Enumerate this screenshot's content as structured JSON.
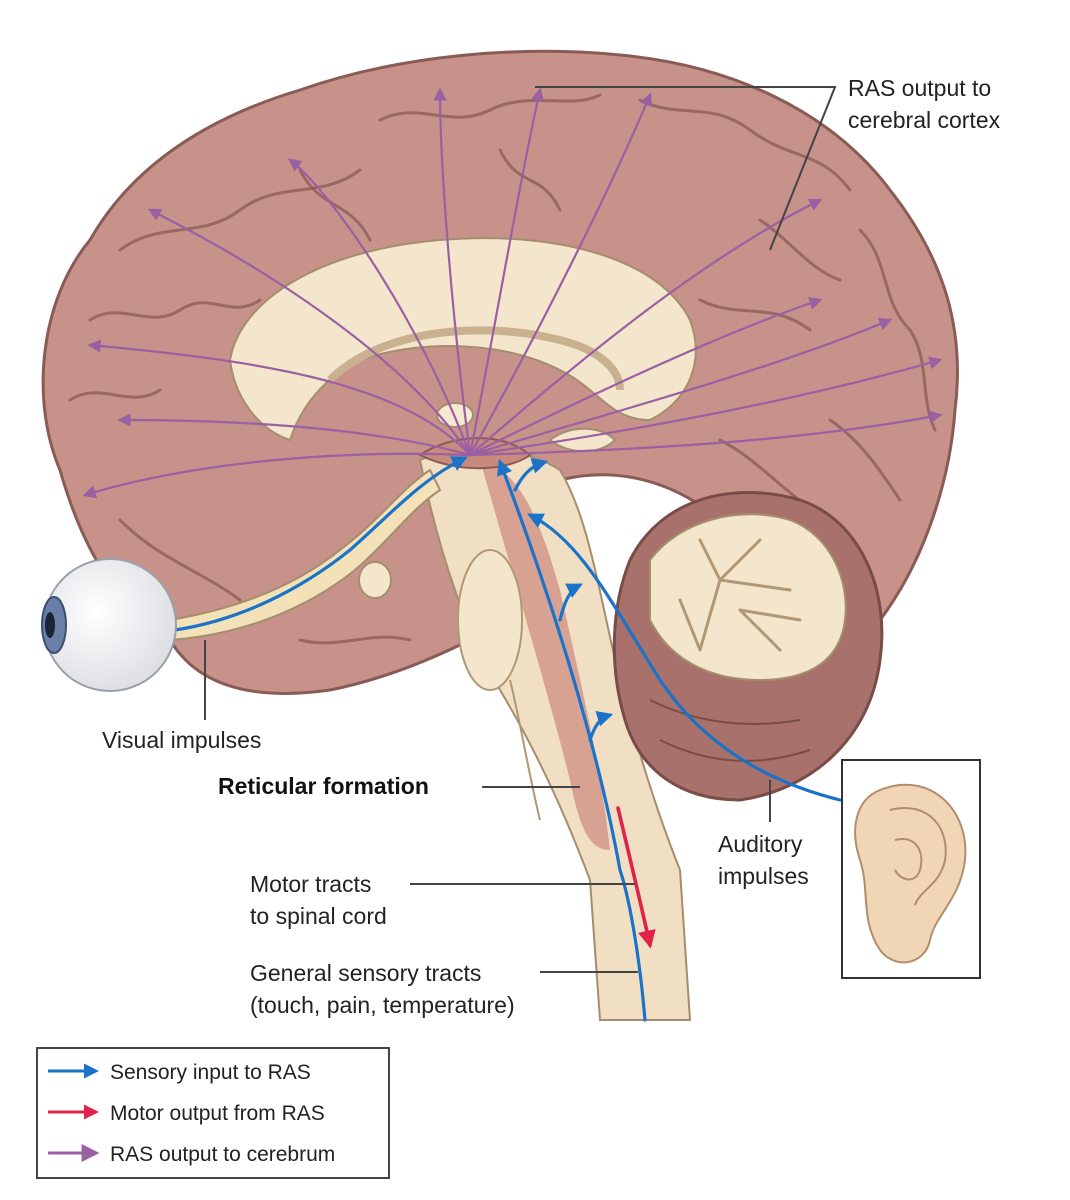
{
  "colors": {
    "sensory": "#1a73c8",
    "motor": "#e0234a",
    "ras_output": "#9b5fa3",
    "brain": "#c7928a",
    "white_matter": "#f3e6cc",
    "cerebellum": "#a8716b"
  },
  "labels": {
    "ras_cortex_line1": "RAS output to",
    "ras_cortex_line2": "cerebral cortex",
    "visual": "Visual impulses",
    "reticular": "Reticular formation",
    "auditory_line1": "Auditory",
    "auditory_line2": "impulses",
    "motor_line1": "Motor tracts",
    "motor_line2": "to spinal cord",
    "general_line1": "General sensory tracts",
    "general_line2": "(touch, pain, temperature)"
  },
  "legend": {
    "items": [
      {
        "label": "Sensory input to RAS",
        "color": "#1a73c8"
      },
      {
        "label": "Motor output from RAS",
        "color": "#e0234a"
      },
      {
        "label": "RAS output to cerebrum",
        "color": "#9b5fa3"
      }
    ]
  }
}
